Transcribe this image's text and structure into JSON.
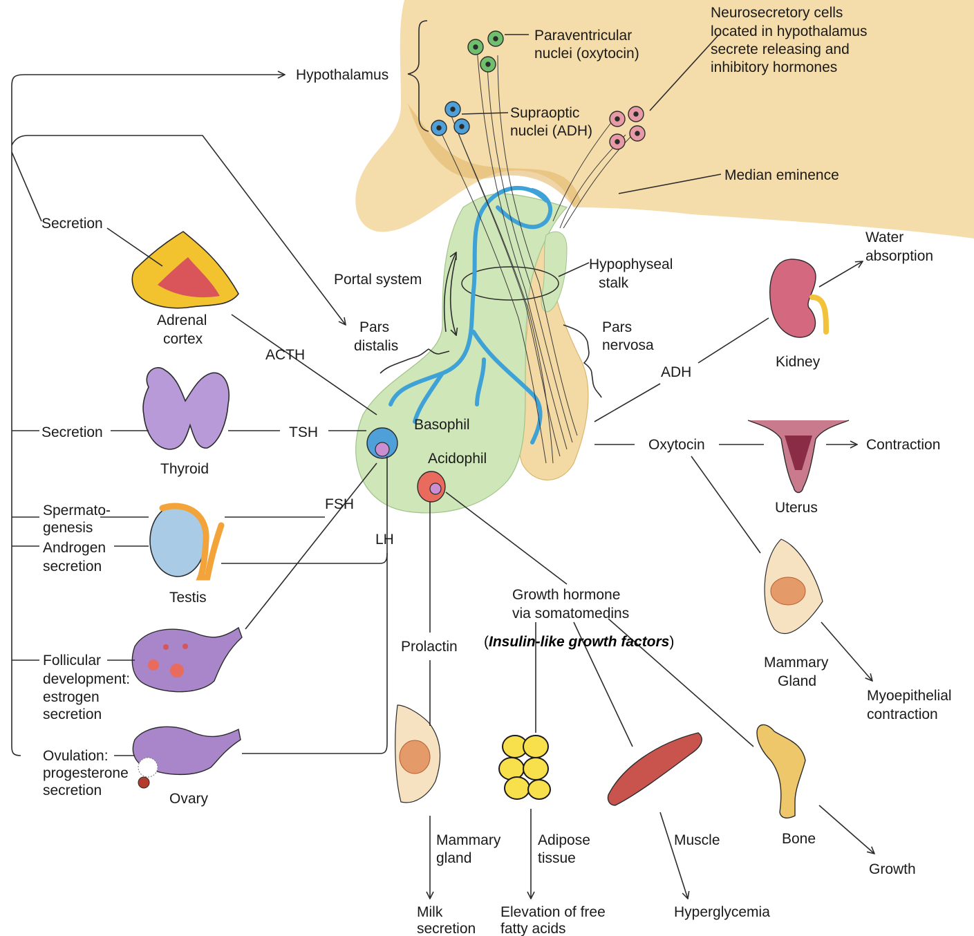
{
  "colors": {
    "hypothalamus": "#f2d69c",
    "anterior_pituitary": "#cfe6b8",
    "posterior_pituitary": "#f3d9a3",
    "portal_vessel": "#3ea2d6",
    "adrenal": "#f3c22f",
    "adrenal_inner": "#d9555a",
    "thyroid": "#b89ad9",
    "testis": "#a9cbe5",
    "ovary": "#a985c9",
    "kidney": "#d4687f",
    "uterus": "#c97a8c",
    "breast": "#f6e1c1",
    "gland_lobule": "#e59a6a",
    "adipose": "#f7e04b",
    "muscle": "#c9544e",
    "bone": "#eec76a",
    "basophil": "#4f9fd8",
    "acidophil": "#e86b5e",
    "nucleus_cell": "#c98fd0",
    "neuron_green": "#6fbf6f",
    "neuron_blue": "#4f9fd8",
    "neuron_pink": "#e79aa6",
    "line": "#2b2b2b"
  },
  "labels": {
    "hypothalamus": "Hypothalamus",
    "paraventricular_1": "Paraventricular",
    "paraventricular_2": "nuclei (oxytocin)",
    "supraoptic_1": "Supraoptic",
    "supraoptic_2": "nuclei (ADH)",
    "neurosecretory_1": "Neurosecretory cells",
    "neurosecretory_2": "located in hypothalamus",
    "neurosecretory_3": "secrete releasing and",
    "neurosecretory_4": "inhibitory hormones",
    "median_eminence": "Median eminence",
    "secretion_adrenal": "Secretion",
    "adrenal_1": "Adrenal",
    "adrenal_2": "cortex",
    "acth": "ACTH",
    "portal_system": "Portal system",
    "pars_distalis_1": "Pars",
    "pars_distalis_2": "distalis",
    "hypophyseal_1": "Hypophyseal",
    "hypophyseal_2": "stalk",
    "pars_nervosa_1": "Pars",
    "pars_nervosa_2": "nervosa",
    "water_1": "Water",
    "water_2": "absorption",
    "kidney": "Kidney",
    "adh": "ADH",
    "secretion_thyroid": "Secretion",
    "tsh": "TSH",
    "thyroid": "Thyroid",
    "basophil": "Basophil",
    "acidophil": "Acidophil",
    "oxytocin": "Oxytocin",
    "contraction": "Contraction",
    "uterus": "Uterus",
    "spermato_1": "Spermato-",
    "spermato_2": "genesis",
    "androgen_1": "Androgen",
    "androgen_2": "secretion",
    "fsh": "FSH",
    "lh": "LH",
    "testis": "Testis",
    "growth_hormone_1": "Growth hormone",
    "growth_hormone_2": "via somatomedins",
    "igf_open": "(",
    "igf_text": "Insulin-like growth factors",
    "igf_close": ")",
    "prolactin": "Prolactin",
    "follicular_1": "Follicular",
    "follicular_2": "development:",
    "follicular_3": "estrogen",
    "follicular_4": "secretion",
    "mammary_right_1": "Mammary",
    "mammary_right_2": "Gland",
    "myoepithelial_1": "Myoepithelial",
    "myoepithelial_2": "contraction",
    "ovulation_1": "Ovulation:",
    "ovulation_2": "progesterone",
    "ovulation_3": "secretion",
    "ovary": "Ovary",
    "mammary_left_1": "Mammary",
    "mammary_left_2": "gland",
    "adipose_1": "Adipose",
    "adipose_2": "tissue",
    "muscle": "Muscle",
    "bone": "Bone",
    "growth": "Growth",
    "milk_1": "Milk",
    "milk_2": "secretion",
    "ffa_1": "Elevation of free",
    "ffa_2": "fatty acids",
    "hyperglycemia": "Hyperglycemia"
  }
}
